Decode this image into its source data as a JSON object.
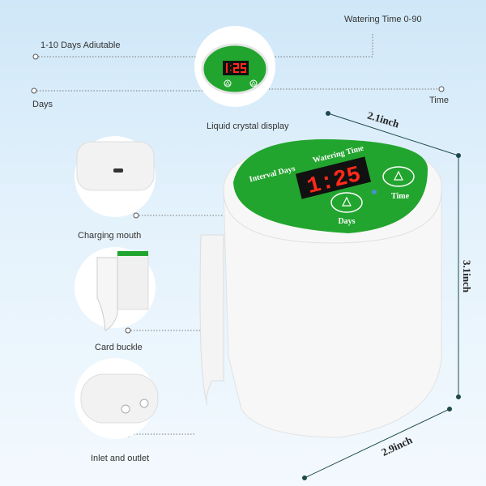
{
  "labels": {
    "days_adjustable": "1-10 Days Adiutable",
    "watering_time": "Watering Time 0-90",
    "days": "Days",
    "time": "Time",
    "lcd": "Liquid crystal display",
    "charging": "Charging mouth",
    "card_buckle": "Card buckle",
    "inlet_outlet": "Inlet and outlet"
  },
  "dimensions": {
    "width": "2.1inch",
    "height": "3.1inch",
    "depth": "2.9inch"
  },
  "device": {
    "interval_days": "Interval Days",
    "watering_time": "Watering Time",
    "display": "1:25",
    "days_button": "Days",
    "time_button": "Time"
  },
  "colors": {
    "green": "#22a52e",
    "led": "#ff2a1a",
    "bg": "#d8ecfa"
  }
}
